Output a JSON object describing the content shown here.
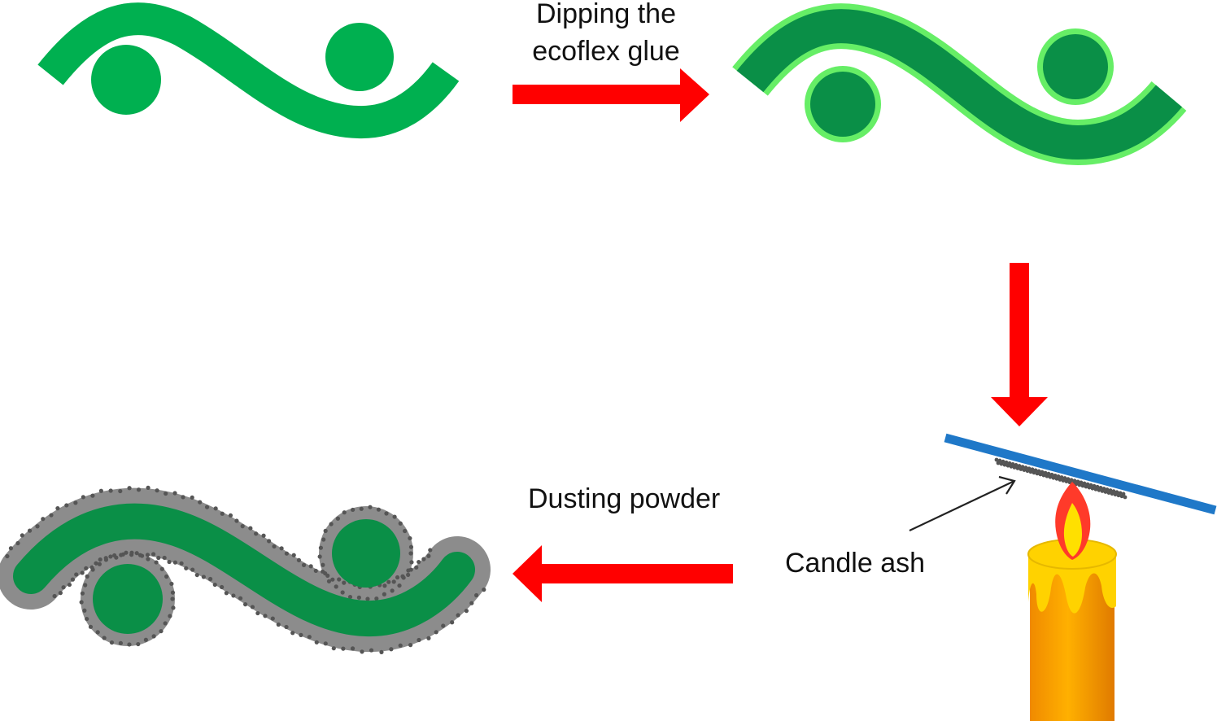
{
  "steps": {
    "dipping": {
      "line1": "Dipping the",
      "line2": "ecoflex glue"
    },
    "dusting": "Dusting powder",
    "candle_ash": "Candle ash"
  },
  "colors": {
    "fiber_plain": "#00b050",
    "fiber_coated": "#0a8f47",
    "ecoflex_coat": "#66ee66",
    "ash_coat": "#8c8c8c",
    "ash_dots": "#555555",
    "arrow": "#ff0000",
    "plate": "#1f78c8",
    "candle_body": "#f5a000",
    "candle_drip": "#ffd200",
    "flame_outer": "#ff3a2a",
    "flame_inner": "#ffe000"
  },
  "icons": [
    "fiber-shape",
    "arrow-right-icon",
    "arrow-down-icon",
    "arrow-left-icon",
    "candle-icon",
    "flame-icon",
    "plate"
  ]
}
